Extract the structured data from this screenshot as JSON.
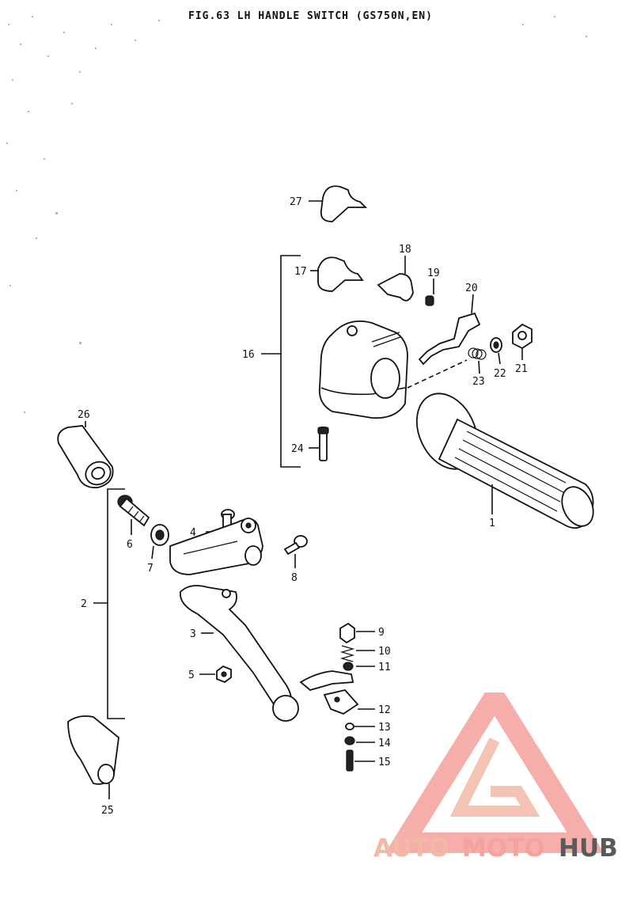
{
  "diagram": {
    "title": "FIG.63  LH HANDLE SWITCH (GS750N,EN)",
    "callouts": [
      "1",
      "2",
      "3",
      "4",
      "5",
      "6",
      "7",
      "8",
      "9",
      "10",
      "11",
      "12",
      "13",
      "14",
      "15",
      "16",
      "17",
      "18",
      "19",
      "20",
      "21",
      "22",
      "23",
      "24",
      "25",
      "26",
      "27"
    ]
  },
  "watermark": {
    "text_part1": "AUTO",
    "text_part2": "MOTO",
    "text_part3": "HUB",
    "color_primary": "#f5a19c",
    "color_secondary": "#f2b9a6",
    "color_dark": "#5a5a5a"
  }
}
